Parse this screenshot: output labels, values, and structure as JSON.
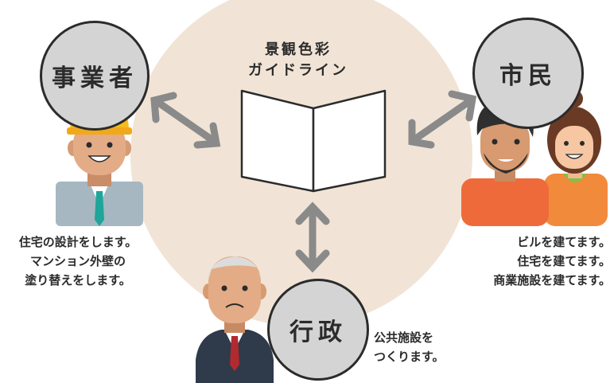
{
  "guide": {
    "line1": "景観色彩",
    "line2": "ガイドライン"
  },
  "roles": {
    "business": {
      "label": "事業者",
      "caption": [
        "住宅の設計をします。",
        "マンション外壁の",
        "塗り替えをします。"
      ]
    },
    "citizen": {
      "label": "市民",
      "caption": [
        "ビルを建てます。",
        "住宅を建てます。",
        "商業施設を建てます。"
      ]
    },
    "government": {
      "label": "行政",
      "caption": [
        "公共施設を",
        "つくります。"
      ]
    }
  },
  "colors": {
    "center": "#f1e4d6",
    "role_circle": "#d4d4d4",
    "outline": "#2b2b2b",
    "arrow": "#8a8a8a",
    "helmet": "#f6bb1e",
    "shirt_citizen": "#ef6a3a",
    "shirt_citizen2": "#f28a3c",
    "suit": "#2f3a4a"
  }
}
